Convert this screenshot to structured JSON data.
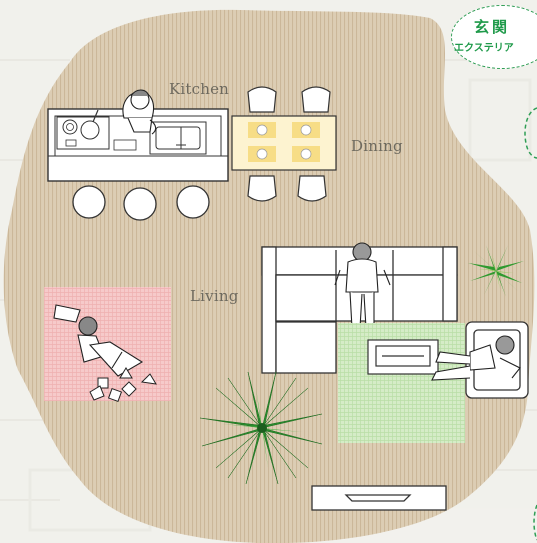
{
  "rooms": {
    "kitchen": "Kitchen",
    "dining": "Dining",
    "living": "Living"
  },
  "exterior_callout": {
    "line1": "玄関",
    "line2": "エクステリア"
  },
  "colors": {
    "floor": "#dccdb4",
    "floor_stripe": "#c8b394",
    "pink_rug": "#f6c9c9",
    "green_rug": "#d2ebc4",
    "callout": "#2f9e55",
    "plant": "#2b8a2c"
  },
  "icons": [
    "person-cooking-icon",
    "person-sitting-sofa-icon",
    "person-reading-icon",
    "person-lounging-icon",
    "palm-plant-icon",
    "small-plant-icon"
  ]
}
